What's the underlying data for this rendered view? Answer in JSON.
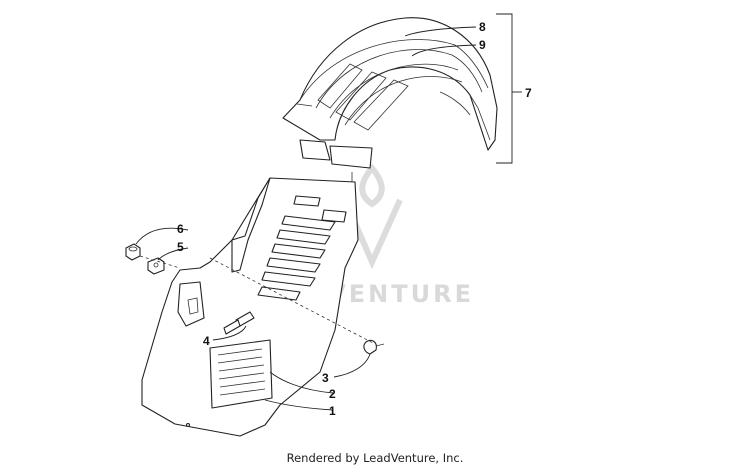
{
  "watermark": {
    "text": "LEADVENTURE"
  },
  "footer": {
    "text": "Rendered by LeadVenture, Inc."
  },
  "callouts": [
    "1",
    "2",
    "3",
    "4",
    "5",
    "6",
    "7",
    "8",
    "9"
  ]
}
